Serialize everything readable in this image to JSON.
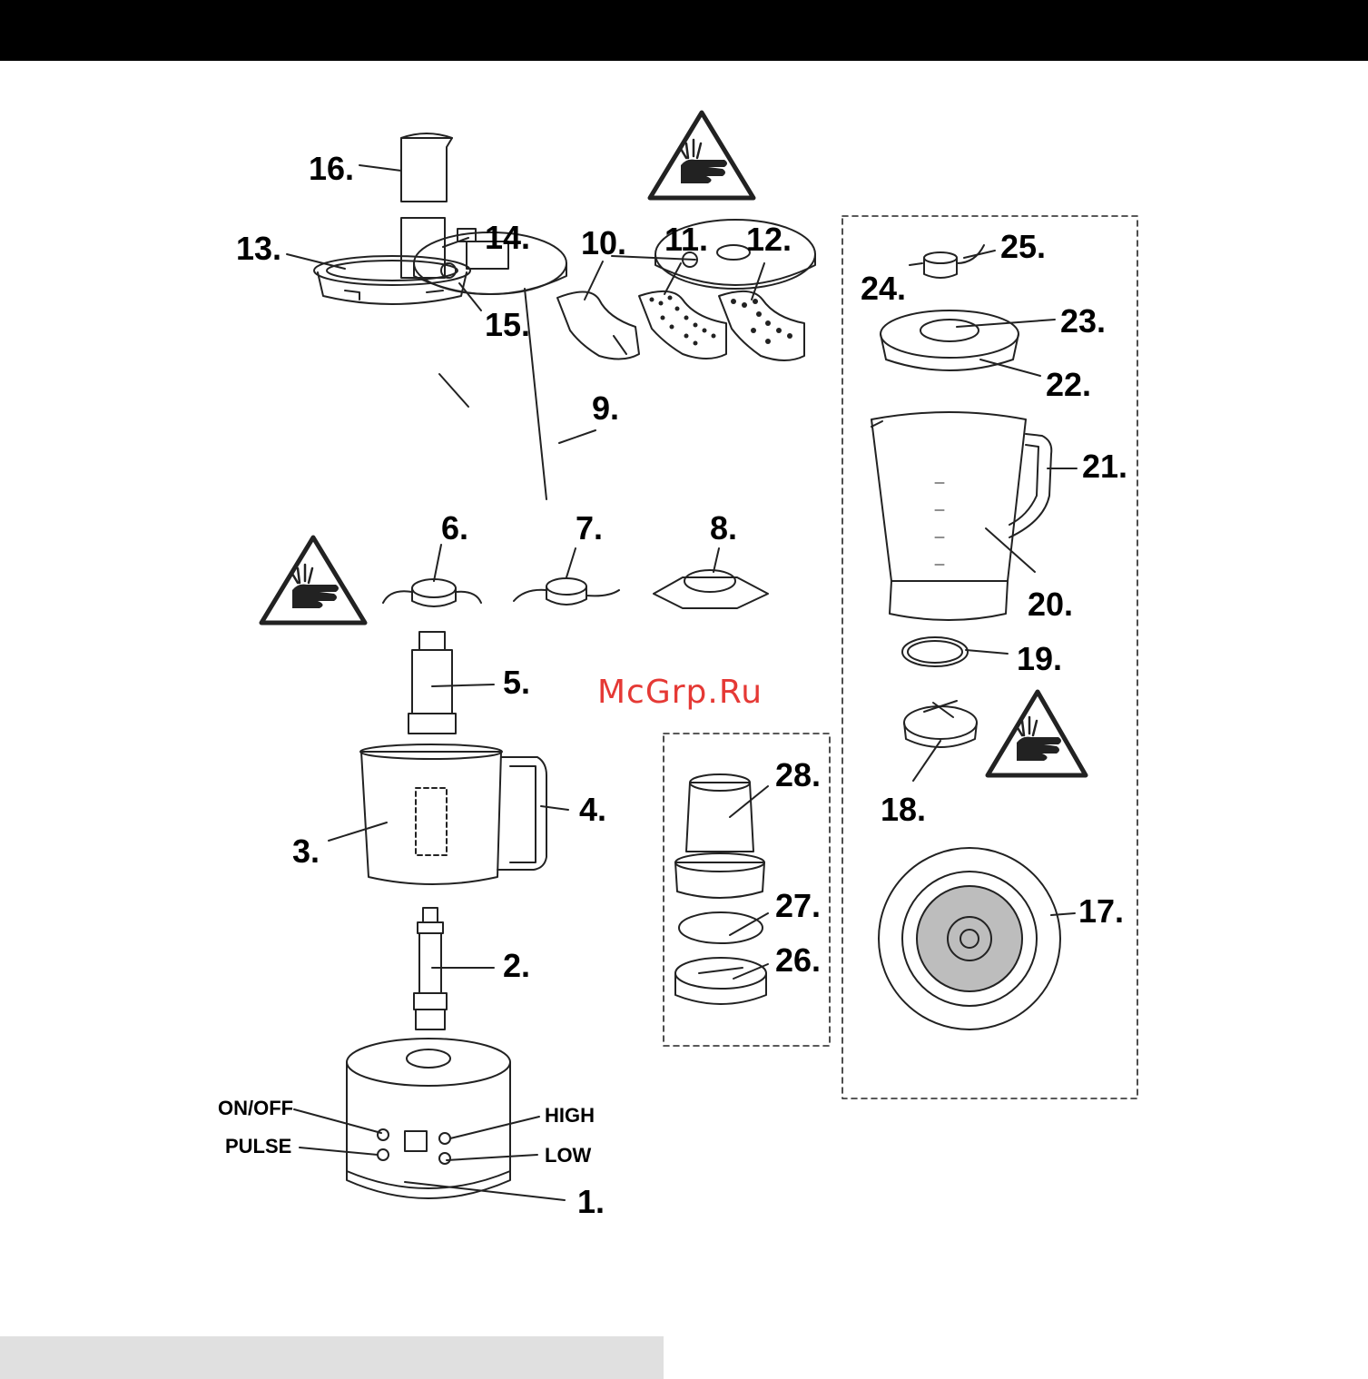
{
  "watermark": "McGrp.Ru",
  "colors": {
    "topbar": "#000000",
    "footbar": "#e0e0e0",
    "watermark": "#e53935",
    "ink": "#222222"
  },
  "icons": [
    "hand-cut-warning-icon"
  ],
  "labels": {
    "p1": "1.",
    "p2": "2.",
    "p3": "3.",
    "p4": "4.",
    "p5": "5.",
    "p6": "6.",
    "p7": "7.",
    "p8": "8.",
    "p9": "9.",
    "p10": "10.",
    "p11": "11.",
    "p12": "12.",
    "p13": "13.",
    "p14": "14.",
    "p15": "15.",
    "p16": "16.",
    "p17": "17.",
    "p18": "18.",
    "p19": "19.",
    "p20": "20.",
    "p21": "21.",
    "p22": "22.",
    "p23": "23.",
    "p24": "24.",
    "p25": "25.",
    "p26": "26.",
    "p27": "27.",
    "p28": "28."
  },
  "controls": {
    "on_off": "ON/OFF",
    "pulse": "PULSE",
    "high": "HIGH",
    "low": "LOW"
  }
}
